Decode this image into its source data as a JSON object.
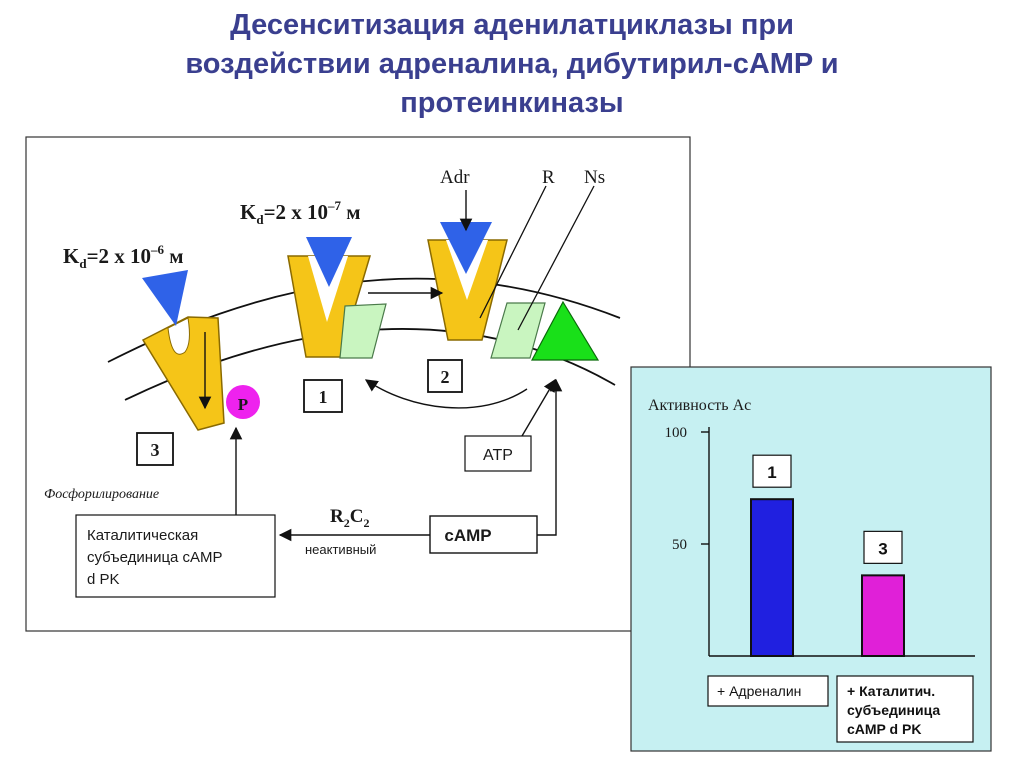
{
  "title": {
    "line1": "Десенситизация аденилатциклазы при",
    "line2": "воздействии адреналина, дибутирил-cAMP и",
    "line3": "протеинкиназы"
  },
  "diagram": {
    "labels": {
      "adr": "Adr",
      "r": "R",
      "ns": "Ns",
      "kd_high_prefix": "K",
      "kd_high_sub": "d",
      "kd_high_main": "=2 x 10",
      "kd_high_exp": "–7",
      "kd_high_unit": " м",
      "kd_low_prefix": "K",
      "kd_low_sub": "d",
      "kd_low_main": "=2 x 10",
      "kd_low_exp": "–6",
      "kd_low_unit": " м",
      "phospho_p": "P",
      "state1": "1",
      "state2": "2",
      "state3": "3",
      "atp": "ATP",
      "camp": "cAMP",
      "r2c2_main": "R",
      "r2c2_sub1": "2",
      "r2c2_c": "C",
      "r2c2_sub2": "2",
      "inactive": "неактивный",
      "phosphorylation": "Фосфорилирование",
      "catalytic_line1": "Каталитическая",
      "catalytic_line2": "субъединица cAMP",
      "catalytic_line3": "d PK"
    },
    "colors": {
      "receptor": "#f5c518",
      "ligand": "#2f62e8",
      "gs": "#c9f5c0",
      "ac": "#19e019",
      "phosphate": "#ee22ee"
    }
  },
  "chart_data": {
    "type": "bar",
    "title": "Активность Ac",
    "categories": [
      "+ Адреналин",
      "+ Каталитич. субъединица cAMP d PK"
    ],
    "category_lines": [
      [
        "+ Адреналин"
      ],
      [
        "+ Каталитич.",
        "субъединица",
        "cAMP d PK"
      ]
    ],
    "bar_labels": [
      "1",
      "3"
    ],
    "values": [
      70,
      36
    ],
    "colors": [
      "#2020e0",
      "#e020d8"
    ],
    "ylim": [
      0,
      100
    ],
    "yticks": [
      50,
      100
    ],
    "background": "#c6f0f2",
    "grid": false
  }
}
